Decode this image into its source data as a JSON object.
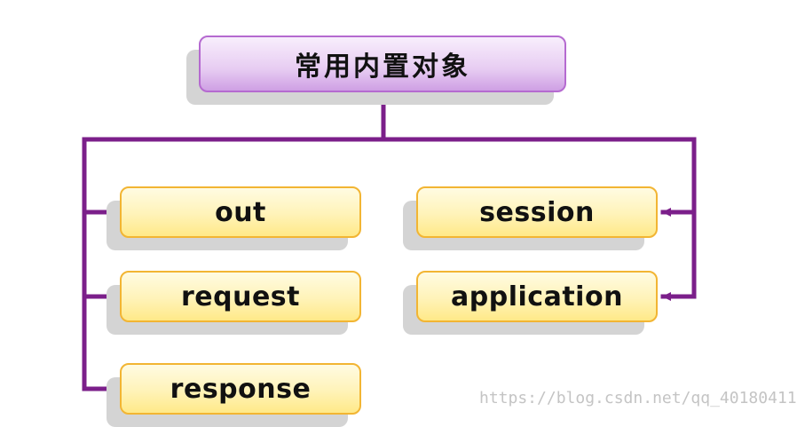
{
  "diagram": {
    "root": {
      "label": "常用内置对象"
    },
    "children": [
      {
        "id": "out",
        "label": "out"
      },
      {
        "id": "request",
        "label": "request"
      },
      {
        "id": "response",
        "label": "response"
      },
      {
        "id": "session",
        "label": "session"
      },
      {
        "id": "application",
        "label": "application"
      }
    ],
    "colors": {
      "connector": "#7b1f8a",
      "root_border": "#b56ad0",
      "child_border": "#f2b533",
      "child_fill": "#fff3b8"
    }
  },
  "watermark": {
    "text": "https://blog.csdn.net/qq_40180411"
  }
}
